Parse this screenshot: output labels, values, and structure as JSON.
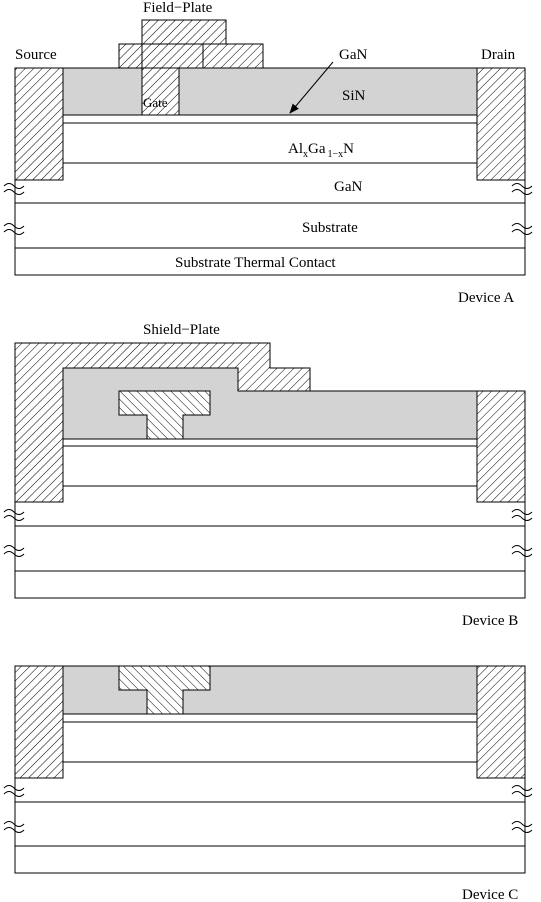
{
  "labels": {
    "field_plate": "Field−Plate",
    "source": "Source",
    "drain": "Drain",
    "gan_cap": "GaN",
    "sin": "SiN",
    "gate": "Gate",
    "algan_al": "Al",
    "algan_x": "x",
    "algan_ga": "Ga",
    "algan_sub": "1−x",
    "algan_n": "N",
    "gan_buffer": "GaN",
    "substrate": "Substrate",
    "thermal_contact": "Substrate Thermal Contact",
    "shield_plate": "Shield−Plate"
  },
  "devices": [
    {
      "caption": "Device A"
    },
    {
      "caption": "Device B"
    },
    {
      "caption": "Device C"
    }
  ],
  "colors": {
    "passivation_fill": "#d3d3d3",
    "line": "#000000",
    "background": "#ffffff"
  }
}
